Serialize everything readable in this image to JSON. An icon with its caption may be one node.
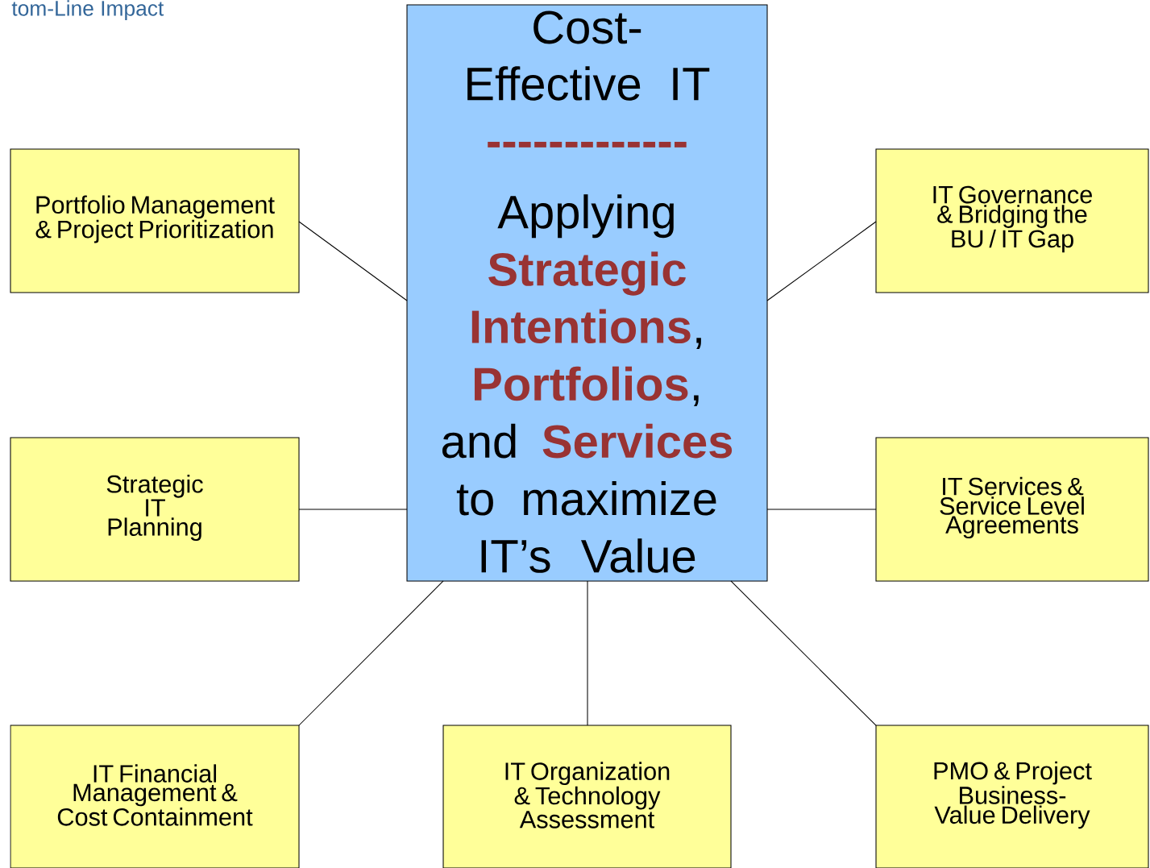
{
  "diagram": {
    "title": "tom-Line Impact",
    "nodes": [
      {
        "text": [
          "Cost-Effective IT",
          "-------------",
          "Applying **Strategic Intentions**, **Portfolios**, and **Services** to maximize IT’s Value"
        ]
      },
      {
        "text": [
          "Portfolio Management & Project Prioritization"
        ]
      },
      {
        "text": [
          "IT Governance & Bridging the BU / IT Gap"
        ]
      },
      {
        "text": [
          "Strategic IT Planning"
        ]
      },
      {
        "text": [
          "IT Services & Service Level Agreements"
        ]
      },
      {
        "text": [
          "IT Financial Management & Cost Containment"
        ]
      },
      {
        "text": [
          "IT Organization & Technology Assessment"
        ]
      },
      {
        "text": [
          "PMO & Project Business-Value Delivery"
        ]
      }
    ],
    "edges": [
      {
        "from": 0,
        "to": 1,
        "arrow": "none"
      },
      {
        "from": 0,
        "to": 2,
        "arrow": "none"
      },
      {
        "from": 0,
        "to": 3,
        "arrow": "none"
      },
      {
        "from": 0,
        "to": 4,
        "arrow": "none"
      },
      {
        "from": 0,
        "to": 5,
        "arrow": "none"
      },
      {
        "from": 0,
        "to": 6,
        "arrow": "none"
      },
      {
        "from": 0,
        "to": 7,
        "arrow": "none"
      }
    ]
  }
}
